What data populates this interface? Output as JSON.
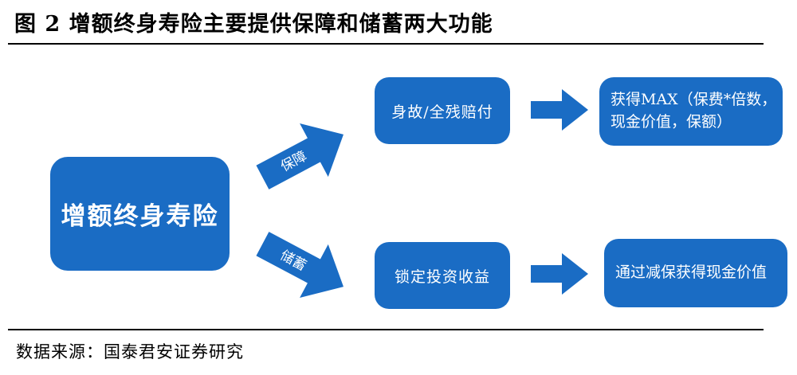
{
  "title": "图 2 增额终身寿险主要提供保障和储蓄两大功能",
  "main_box": "增额终身寿险",
  "branches": [
    {
      "arrow_label": "保障",
      "middle": "身故/全残赔付",
      "result": "获得MAX（保费*倍数，\n现金价值，保额）"
    },
    {
      "arrow_label": "储蓄",
      "middle": "锁定投资收益",
      "result": "通过减保获得现金价值"
    }
  ],
  "source": "数据来源：国泰君安证券研究",
  "colors": {
    "box": "#1a6cc4",
    "arrow": "#1a6cc4"
  }
}
